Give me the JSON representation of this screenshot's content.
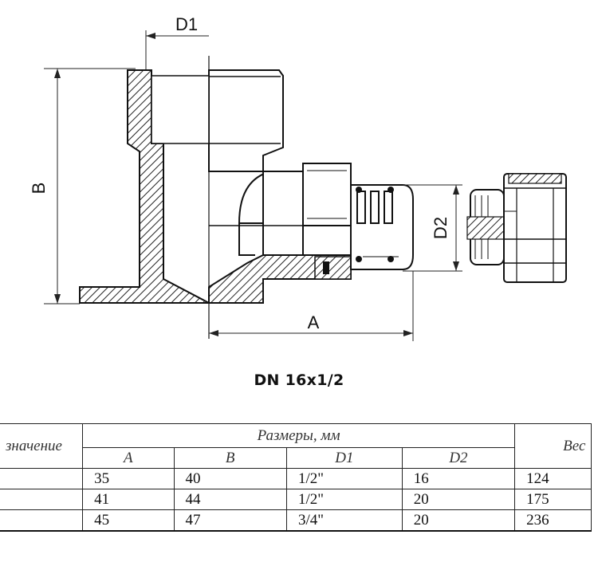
{
  "drawing": {
    "labels": {
      "d1": "D1",
      "b": "B",
      "a": "A",
      "d2": "D2"
    }
  },
  "caption": "DN 16x1/2",
  "table": {
    "header_left": "значение",
    "header_dims": "Размеры, мм",
    "header_right": "Вес",
    "columns": [
      "A",
      "B",
      "D1",
      "D2"
    ],
    "rows": [
      {
        "a": "35",
        "b": "40",
        "d1": "1/2\"",
        "d2": "16",
        "weight": "124"
      },
      {
        "a": "41",
        "b": "44",
        "d1": "1/2\"",
        "d2": "20",
        "weight": "175"
      },
      {
        "a": "45",
        "b": "47",
        "d1": "3/4\"",
        "d2": "20",
        "weight": "236"
      }
    ]
  }
}
